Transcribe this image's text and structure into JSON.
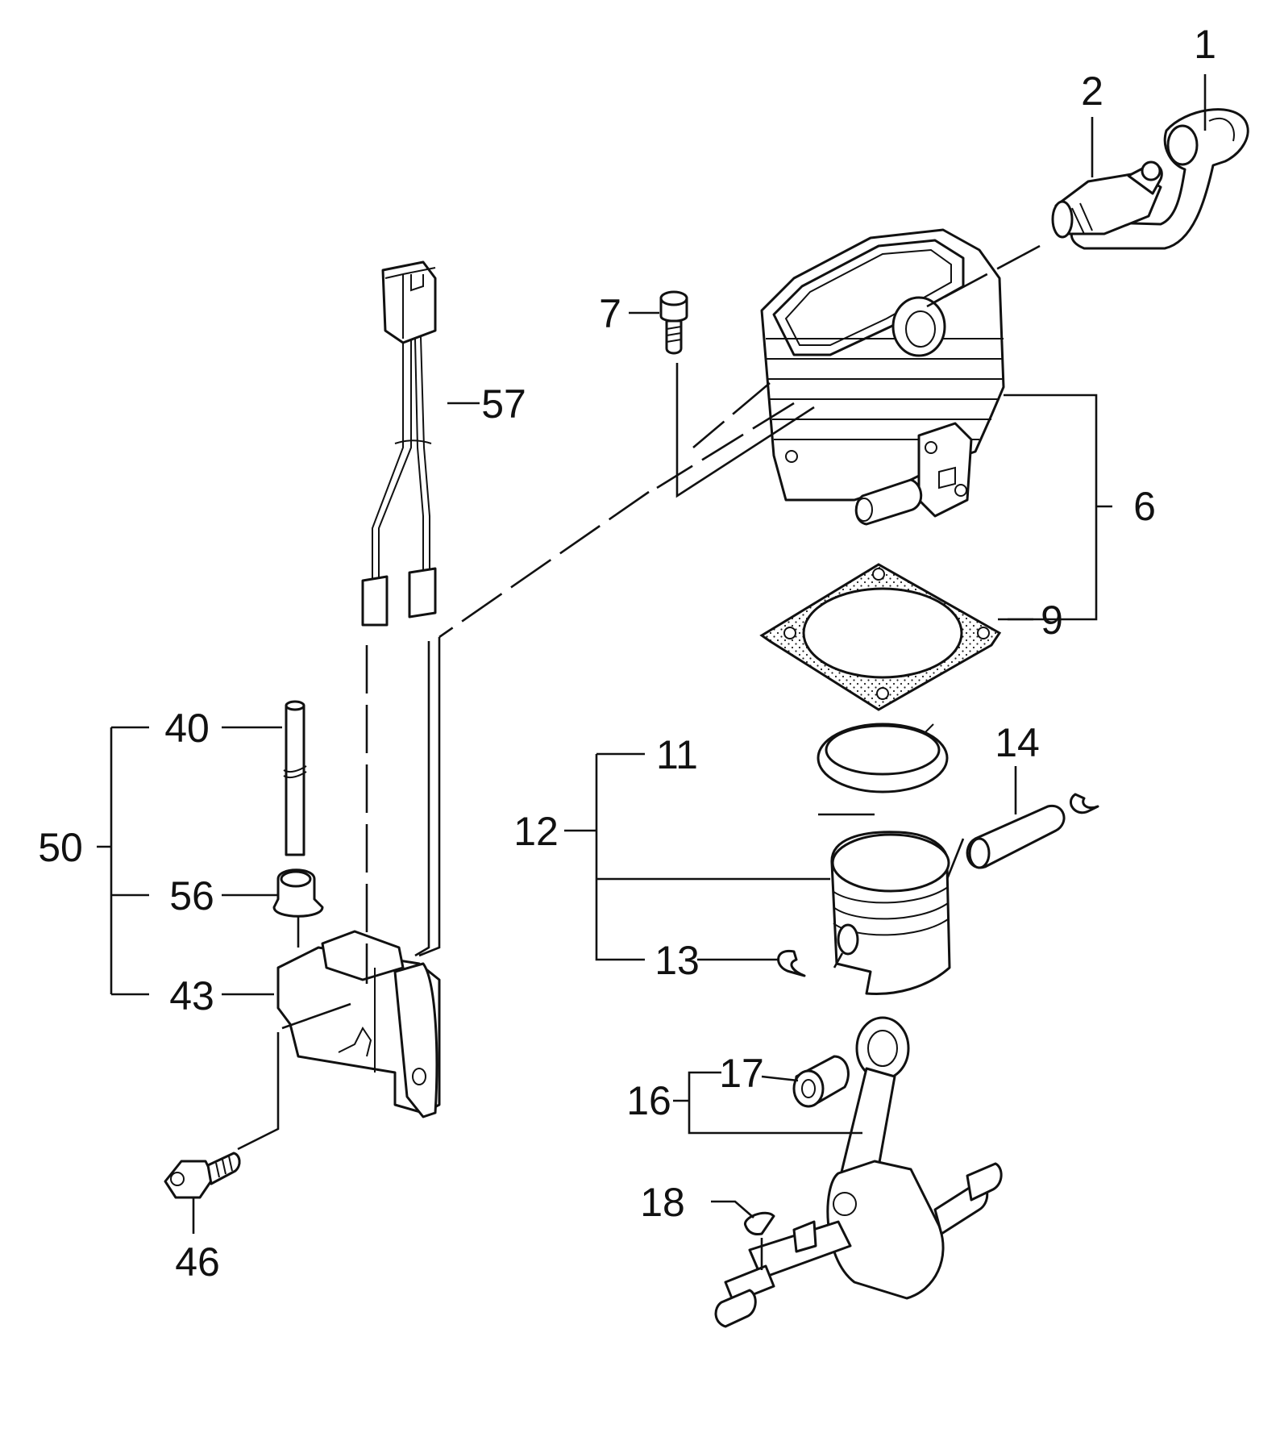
{
  "diagram": {
    "callouts": [
      {
        "id": "c1",
        "label": "1"
      },
      {
        "id": "c2",
        "label": "2"
      },
      {
        "id": "c6",
        "label": "6"
      },
      {
        "id": "c7",
        "label": "7"
      },
      {
        "id": "c9",
        "label": "9"
      },
      {
        "id": "c11",
        "label": "11"
      },
      {
        "id": "c12",
        "label": "12"
      },
      {
        "id": "c13",
        "label": "13"
      },
      {
        "id": "c14",
        "label": "14"
      },
      {
        "id": "c16",
        "label": "16"
      },
      {
        "id": "c17",
        "label": "17"
      },
      {
        "id": "c18",
        "label": "18"
      },
      {
        "id": "c40",
        "label": "40"
      },
      {
        "id": "c43",
        "label": "43"
      },
      {
        "id": "c46",
        "label": "46"
      },
      {
        "id": "c50",
        "label": "50"
      },
      {
        "id": "c56",
        "label": "56"
      },
      {
        "id": "c57",
        "label": "57"
      }
    ]
  }
}
